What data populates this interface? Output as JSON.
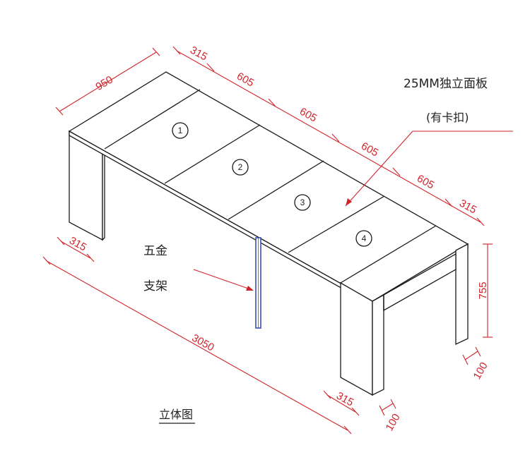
{
  "dimensions": {
    "width": "950",
    "end_depth_top": "315",
    "panel_1": "605",
    "panel_2": "605",
    "panel_3": "605",
    "panel_4": "605",
    "end_depth_right": "315",
    "leg_depth_left": "315",
    "total_length": "3050",
    "leg_depth_front": "315",
    "height": "755",
    "leg_thickness_right": "100",
    "leg_thickness_front": "100"
  },
  "panel_numbers": [
    "1",
    "2",
    "3",
    "4"
  ],
  "labels": {
    "panel_note_line1": "25MM独立面板",
    "panel_note_line2": "(有卡扣)",
    "hardware_line1": "五金",
    "hardware_line2": "支架",
    "view_title": "立体图"
  },
  "colors": {
    "dimension": "#d2232a",
    "outline": "#1a1a1a",
    "support_post": "#3a4fb0"
  }
}
